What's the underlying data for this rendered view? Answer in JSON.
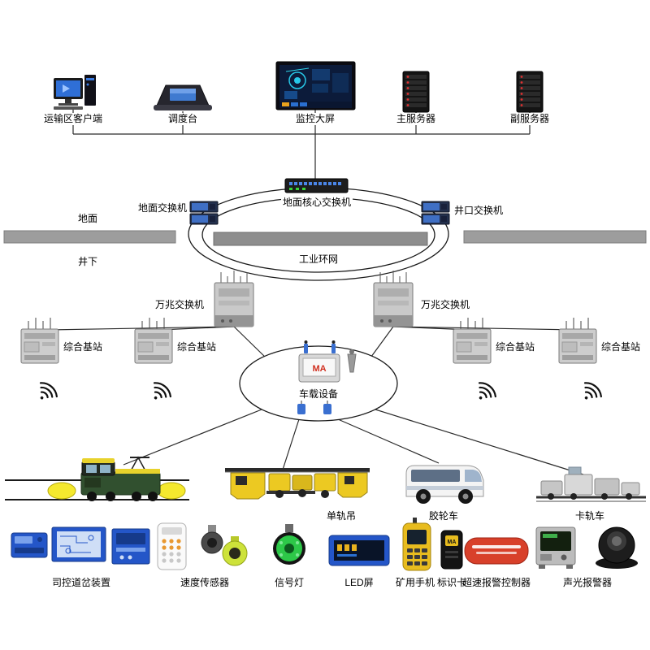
{
  "diagram": {
    "top_row": {
      "client": "运输区客户端",
      "dispatch_console": "调度台",
      "monitor_screen": "监控大屏",
      "main_server": "主服务器",
      "backup_server": "副服务器"
    },
    "network": {
      "ground_switch": "地面交换机",
      "core_switch": "地面核心交换机",
      "wellhead_switch": "井口交换机",
      "surface": "地面",
      "underground": "井下",
      "industrial_ring": "工业环网",
      "tg_switch": "万兆交换机",
      "base_station": "综合基站",
      "onboard_equipment": "车载设备",
      "ma_logo": "MA"
    },
    "vehicles": {
      "monorail_crane": "单轨吊",
      "rubber_tired_vehicle": "胶轮车",
      "rail_clamp_vehicle": "卡轨车"
    },
    "devices": {
      "switch_control": "司控道岔装置",
      "speed_sensor": "速度传感器",
      "signal_light": "信号灯",
      "led_screen": "LED屏",
      "mine_phone": "矿用手机",
      "id_card": "标识卡",
      "overspeed_controller": "超速报警控制器",
      "sound_light_alarm": "声光报警器"
    }
  }
}
